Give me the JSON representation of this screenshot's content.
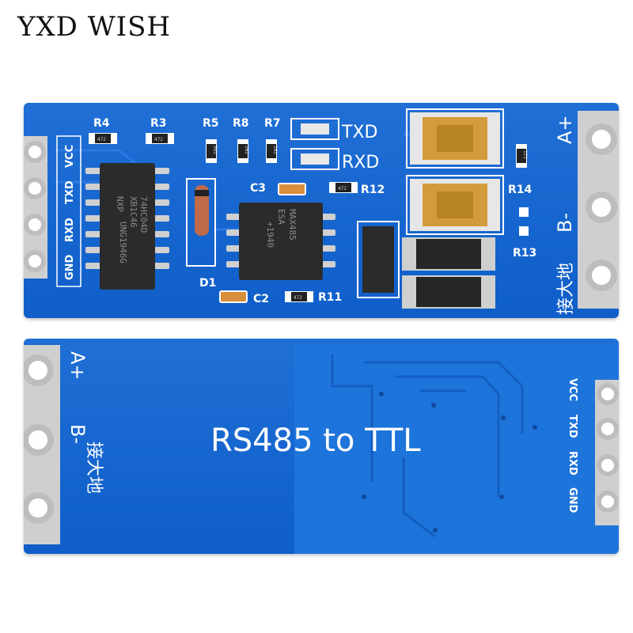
{
  "brand": "YXD WISH",
  "top_board": {
    "left_pins": [
      "VCC",
      "TXD",
      "RXD",
      "GND"
    ],
    "resistors": [
      "R4",
      "R3",
      "R5",
      "R8",
      "R7",
      "R12",
      "R11",
      "R14",
      "R13"
    ],
    "capacitors": [
      "C3",
      "C2"
    ],
    "diode": "D1",
    "led_labels": [
      "TXD",
      "RXD"
    ],
    "ic1": [
      "NXP",
      "74HC04D",
      "XB1C46",
      "UNG1946G"
    ],
    "ic2": [
      "MAX485",
      "ESA",
      "+1940"
    ],
    "right_pins": [
      "A+",
      "B-"
    ],
    "ground_label": "接大地",
    "resistor_codes": [
      "472",
      "472",
      "562",
      "202",
      "202",
      "472",
      "472",
      "121"
    ]
  },
  "bottom_board": {
    "title": "RS485 to TTL",
    "left_pins": [
      "A+",
      "B-"
    ],
    "ground_label": "接大地",
    "right_pins": [
      "VCC",
      "TXD",
      "RXD",
      "GND"
    ]
  },
  "colors": {
    "pcb": "#1466d2",
    "silkscreen": "#ffffff",
    "pad": "#c9c9c9",
    "ic": "#2a2a2a"
  }
}
